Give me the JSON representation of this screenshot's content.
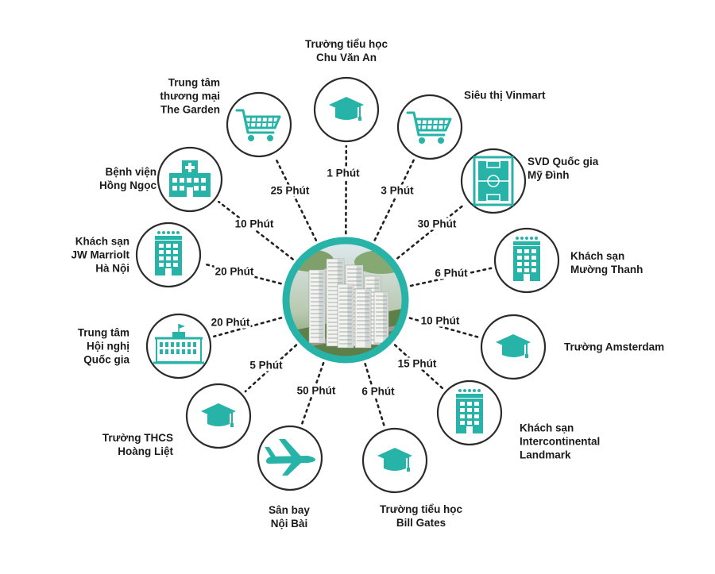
{
  "colors": {
    "teal": "#27b3a8",
    "ring_fill": "#ffffff",
    "ring_stroke": "#2b2b2b",
    "text": "#1b1b1b"
  },
  "center": {
    "image": "apartment-towers-photo"
  },
  "destinations": [
    {
      "id": "chu-van-an",
      "name": "Trường tiểu học\nChu Văn An",
      "time": "1 Phút",
      "icon": "graduation-cap-icon"
    },
    {
      "id": "vinmart",
      "name": "Siêu thị Vinmart",
      "time": "3 Phút",
      "icon": "shopping-cart-icon"
    },
    {
      "id": "my-dinh",
      "name": "SVD Quốc gia\nMỹ Đình",
      "time": "30 Phút",
      "icon": "stadium-icon"
    },
    {
      "id": "muong-thanh",
      "name": "Khách sạn\nMường Thanh",
      "time": "6 Phút",
      "icon": "hotel-icon"
    },
    {
      "id": "amsterdam",
      "name": "Trường Amsterdam",
      "time": "10 Phút",
      "icon": "graduation-cap-icon"
    },
    {
      "id": "intercontinental",
      "name": "Khách sạn\nIntercontinental\nLandmark",
      "time": "15 Phút",
      "icon": "hotel-icon"
    },
    {
      "id": "bill-gates",
      "name": "Trường tiểu học\nBill Gates",
      "time": "6 Phút",
      "icon": "graduation-cap-icon"
    },
    {
      "id": "noi-bai",
      "name": "Sân bay\nNội Bài",
      "time": "50 Phút",
      "icon": "airplane-icon"
    },
    {
      "id": "hoang-liet",
      "name": "Trường THCS\nHoàng Liệt",
      "time": "5 Phút",
      "icon": "graduation-cap-icon"
    },
    {
      "id": "hoi-nghi",
      "name": "Trung tâm\nHội nghị\nQuốc gia",
      "time": "20  Phút",
      "icon": "convention-center-icon"
    },
    {
      "id": "jw-marriott",
      "name": "Khách sạn\nJW Marriolt\nHà Nội",
      "time": "20  Phút",
      "icon": "hotel-icon"
    },
    {
      "id": "hong-ngoc",
      "name": "Bệnh viện\nHồng Ngọc",
      "time": "10 Phút",
      "icon": "hospital-icon"
    },
    {
      "id": "the-garden",
      "name": "Trung tâm\nthương mại\nThe Garden",
      "time": "25  Phút",
      "icon": "shopping-cart-icon"
    }
  ]
}
